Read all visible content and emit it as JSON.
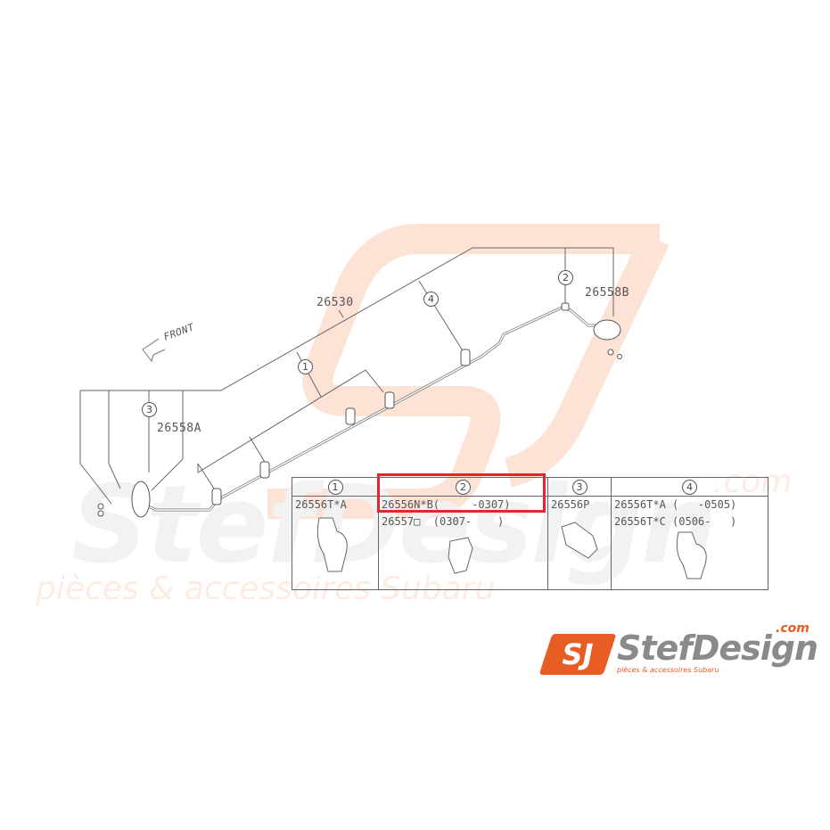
{
  "watermark": {
    "brand": "StefDesign",
    "tagline": "pièces & accessoires Subaru",
    "domain": ".com",
    "colors": {
      "primary": "#e85d24",
      "gray": "#8a8a8a"
    }
  },
  "diagram": {
    "direction_label": "FRONT",
    "part_labels": {
      "main_pipe": "26530",
      "sensor_a": "26558A",
      "sensor_b": "26558B"
    },
    "callouts": [
      "1",
      "2",
      "3",
      "4"
    ]
  },
  "legend": {
    "columns": [
      {
        "ref": "1",
        "lines": [
          "26556T*A"
        ]
      },
      {
        "ref": "2",
        "lines": [
          "26556N*B(     -0307)",
          "26557□  (0307-    )"
        ]
      },
      {
        "ref": "3",
        "lines": [
          "26556P"
        ]
      },
      {
        "ref": "4",
        "lines": [
          "26556T*A (   -0505)",
          "26556T*C (0506-   )"
        ]
      }
    ],
    "highlight": {
      "text": "26556N*B(     -0307)",
      "color": "#e3262b"
    }
  },
  "logo": {
    "mark": "SJ",
    "name": "StefDesign",
    "suffix": ".com",
    "tagline": "pièces & accessoires Subaru"
  }
}
